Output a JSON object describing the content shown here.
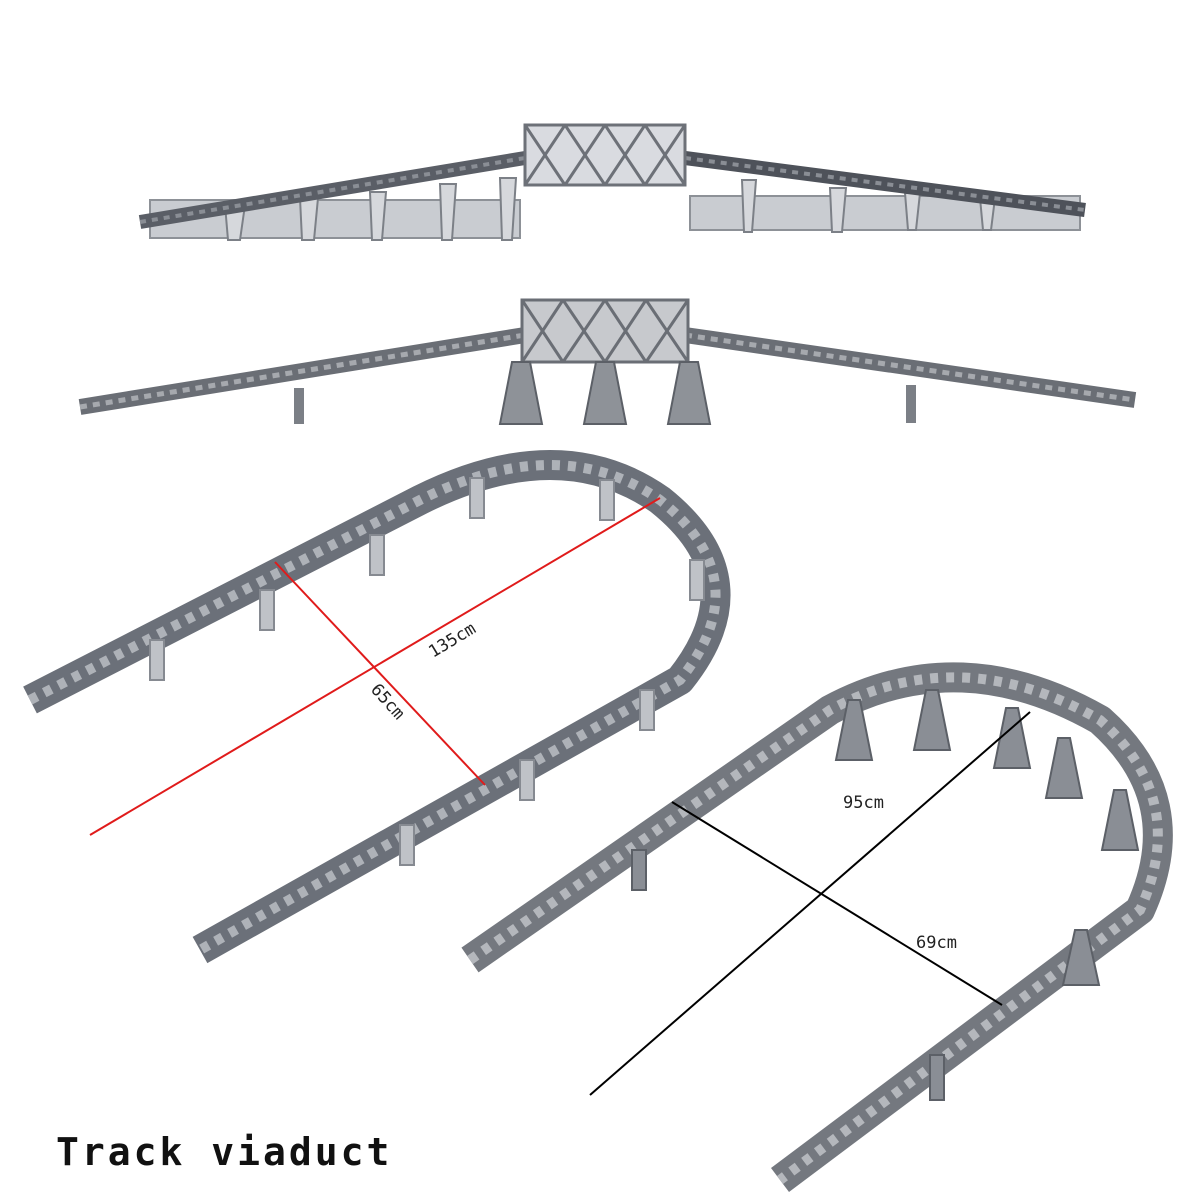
{
  "caption": "Track viaduct",
  "dimensions": {
    "left_length": "135cm",
    "left_width": "65cm",
    "right_length": "95cm",
    "right_width": "69cm"
  },
  "colors": {
    "measure_line_left": "#e01b1b",
    "measure_line_right": "#000000",
    "track_dark": "#5a5e66",
    "track_mid": "#8a8e95",
    "support_light": "#c9ccd1"
  }
}
